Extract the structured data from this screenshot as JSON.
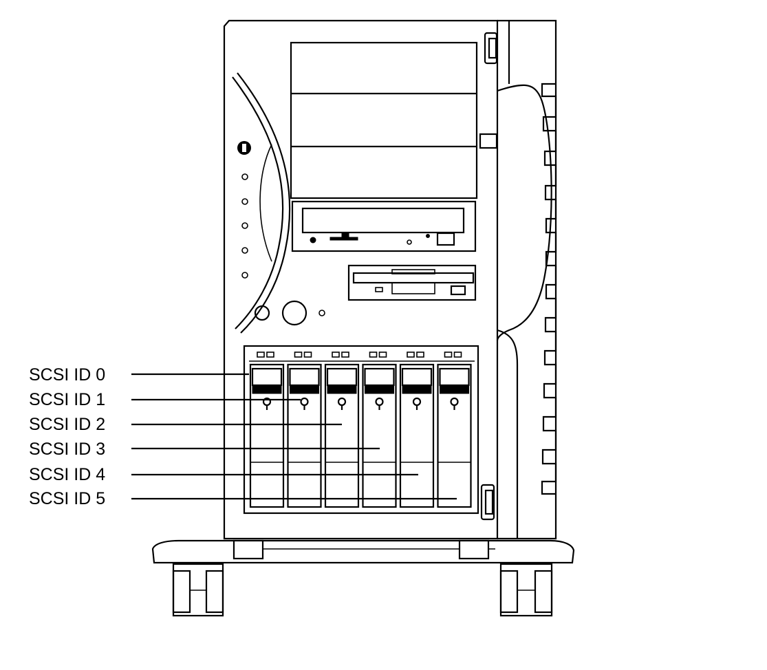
{
  "figure": {
    "subject": "server tower front view",
    "palette": {
      "ink": "#000000",
      "background": "#ffffff"
    }
  },
  "callouts": [
    {
      "id": "slot-0",
      "label": "SCSI ID 0"
    },
    {
      "id": "slot-1",
      "label": "SCSI ID 1"
    },
    {
      "id": "slot-2",
      "label": "SCSI ID 2"
    },
    {
      "id": "slot-3",
      "label": "SCSI ID 3"
    },
    {
      "id": "slot-4",
      "label": "SCSI ID 4"
    },
    {
      "id": "slot-5",
      "label": "SCSI ID 5"
    }
  ]
}
